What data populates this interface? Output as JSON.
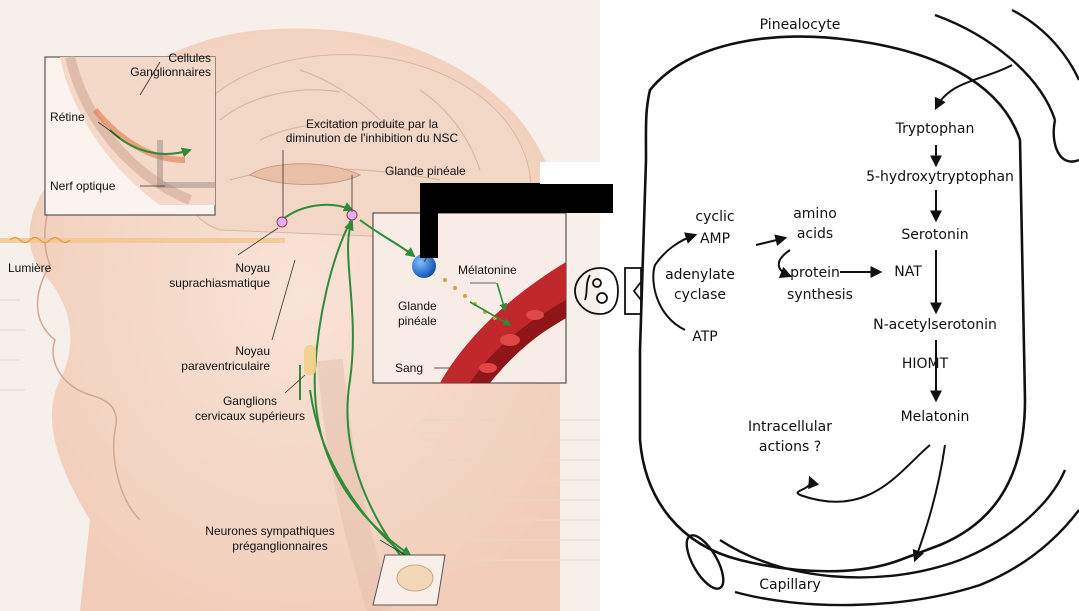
{
  "left_figure": {
    "labels": {
      "cellules": "Cellules",
      "ganglionnaires": "Ganglionnaires",
      "retine": "Rétine",
      "nerf_optique": "Nerf optique",
      "excitation_1": "Excitation produite par la",
      "excitation_2": "diminution de l'inhibition du NSC",
      "glande_pineale_top": "Glande pinéale",
      "lumiere": "Lumière",
      "melatonine": "Mélatonine",
      "glande": "Glande",
      "pineale": "pinéale",
      "sang": "Sang",
      "noyau_1": "Noyau",
      "suprachiasmatique": "suprachiasmatique",
      "noyau_2": "Noyau",
      "paraventriculaire": "paraventriculaire",
      "ganglions": "Ganglions",
      "cervicaux": "cervicaux supérieurs",
      "neurones": "Neurones sympathiques",
      "preganglionnaires": "préganglionnaires"
    },
    "colors": {
      "pathway": "#2e8b3a",
      "skin": "#f6d9c9",
      "blood": "#c0282b",
      "gland": "#1e6fd0"
    }
  },
  "right_figure": {
    "labels": {
      "pinealocyte": "Pinealocyte",
      "tryptophan": "Tryptophan",
      "hydroxy": "5-hydroxytryptophan",
      "serotonin": "Serotonin",
      "n_acetyl": "N-acetylserotonin",
      "hiomt": "HIOMT",
      "melatonin": "Melatonin",
      "cyclic": "cyclic",
      "amp": "AMP",
      "amino": "amino",
      "acids": "acids",
      "adenylate": "adenylate",
      "cyclase": "cyclase",
      "protein": "protein",
      "synthesis": "synthesis",
      "nat": "NAT",
      "atp": "ATP",
      "intracellular": "Intracellular",
      "actions": "actions ?",
      "capillary": "Capillary"
    }
  }
}
